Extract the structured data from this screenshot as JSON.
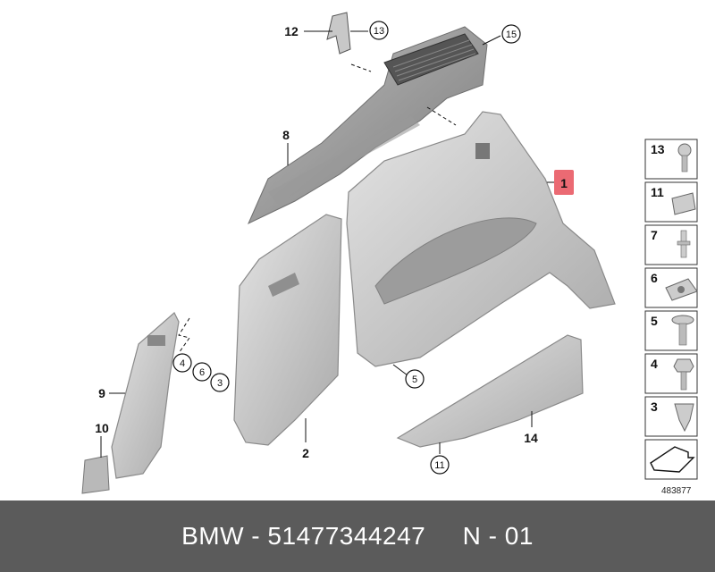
{
  "callouts": {
    "c1": "1",
    "c2": "2",
    "c8": "8",
    "c9": "9",
    "c10": "10",
    "c12": "12",
    "c14": "14"
  },
  "circled": {
    "c13": "13",
    "c15": "15",
    "c4": "4",
    "c6": "6",
    "c3": "3",
    "c5": "5",
    "c11": "11"
  },
  "side_parts": [
    "13",
    "11",
    "7",
    "6",
    "5",
    "4",
    "3"
  ],
  "diagram_code": "483877",
  "footer": {
    "brand": "BMW",
    "sep1": " - ",
    "part_number": "51477344247",
    "gap": "     ",
    "n_label": "N",
    "sep2": " - ",
    "n_value": "01"
  },
  "colors": {
    "highlight": "#e8505b",
    "footer_bg": "#5b5b5b",
    "part_fill": "#cfcfcf",
    "part_stroke": "#8a8a8a"
  }
}
